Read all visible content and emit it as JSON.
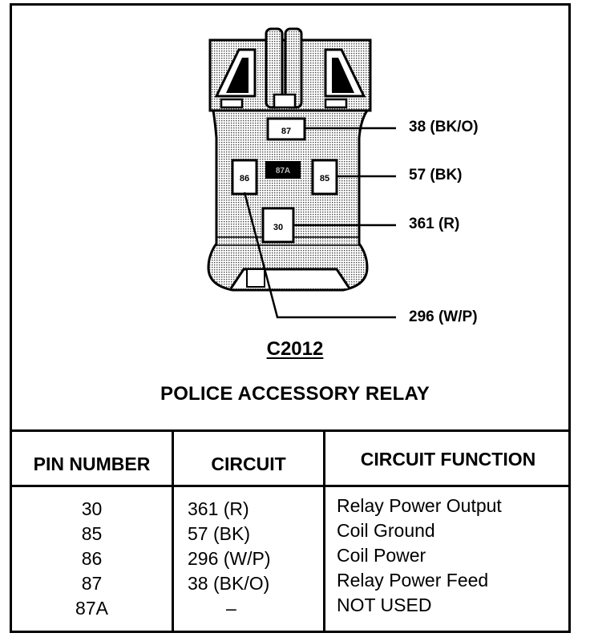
{
  "diagram": {
    "pins": [
      {
        "id": "87",
        "label": "87"
      },
      {
        "id": "87A",
        "label": "87A"
      },
      {
        "id": "86",
        "label": "86"
      },
      {
        "id": "85",
        "label": "85"
      },
      {
        "id": "30",
        "label": "30"
      }
    ],
    "callouts": [
      "38 (BK/O)",
      "57 (BK)",
      "361 (R)",
      "296 (W/P)"
    ],
    "connector_id": "C2012",
    "title": "POLICE ACCESSORY RELAY"
  },
  "table": {
    "headers": [
      "PIN NUMBER",
      "CIRCUIT",
      "CIRCUIT FUNCTION"
    ],
    "rows": [
      {
        "pin": "30",
        "circuit": "361 (R)",
        "function": "Relay Power Output"
      },
      {
        "pin": "85",
        "circuit": "57 (BK)",
        "function": "Coil Ground"
      },
      {
        "pin": "86",
        "circuit": "296 (W/P)",
        "function": "Coil Power"
      },
      {
        "pin": "87",
        "circuit": "38 (BK/O)",
        "function": "Relay Power Feed"
      },
      {
        "pin": "87A",
        "circuit": "–",
        "function": "NOT USED"
      }
    ]
  }
}
